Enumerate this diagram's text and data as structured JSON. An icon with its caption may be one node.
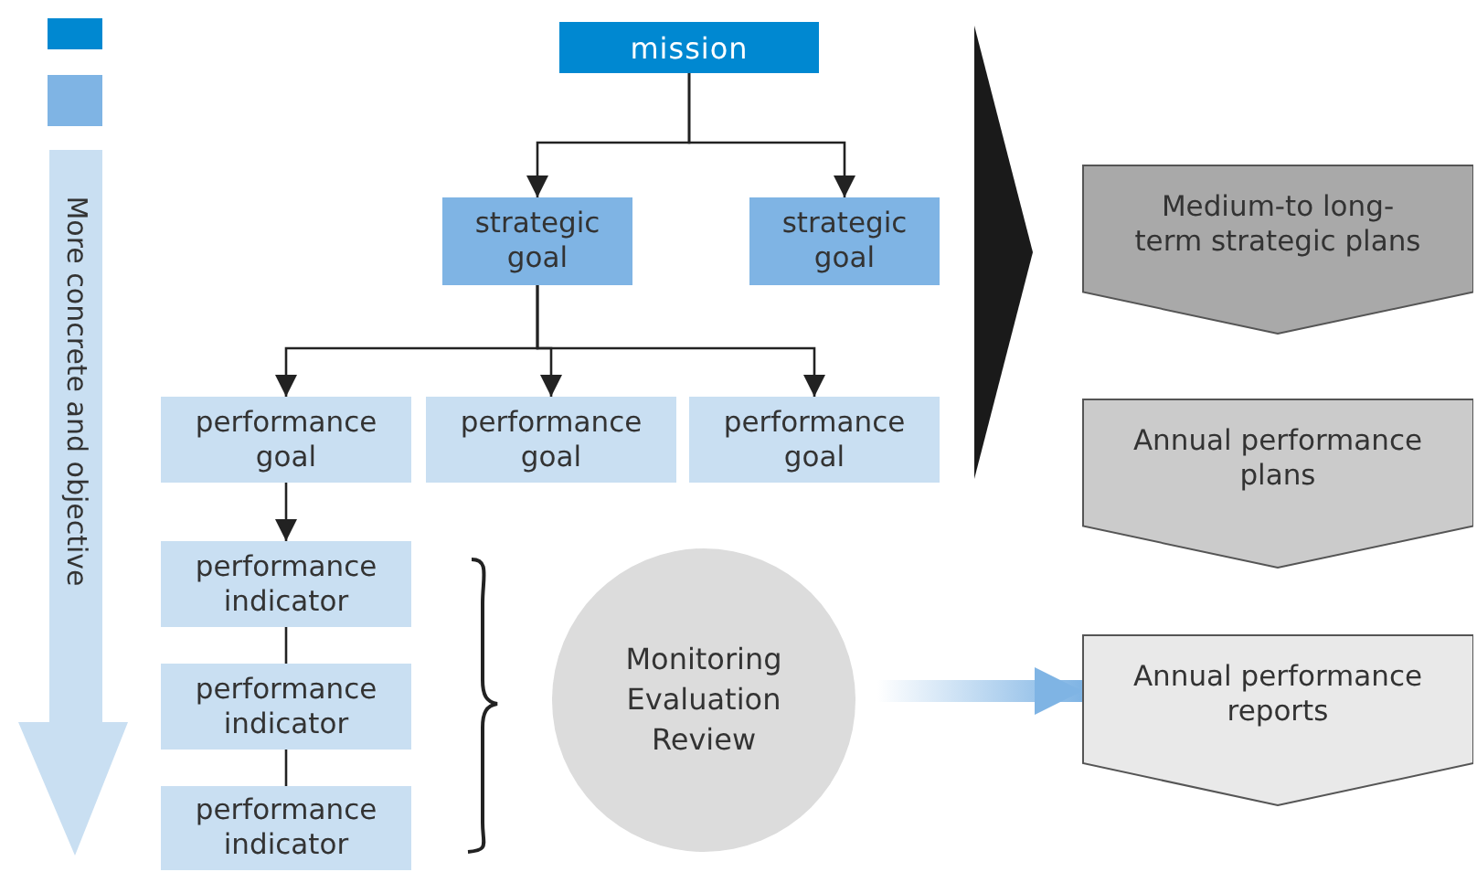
{
  "diagram": {
    "nodes": [
      {
        "text": [
          "mission"
        ]
      },
      {
        "text": [
          "strategic goal"
        ]
      },
      {
        "text": [
          "strategic goal"
        ]
      },
      {
        "text": [
          "performance goal"
        ]
      },
      {
        "text": [
          "performance goal"
        ]
      },
      {
        "text": [
          "performance goal"
        ]
      },
      {
        "text": [
          "performance indicator"
        ]
      },
      {
        "text": [
          "performance indicator"
        ]
      },
      {
        "text": [
          "performance indicator"
        ]
      },
      {
        "text": [
          "Monitoring Evaluation Review"
        ]
      },
      {
        "text": [
          "Medium-to long-term strategic plans"
        ]
      },
      {
        "text": [
          "Annual performance plans"
        ]
      },
      {
        "text": [
          "Annual performance reports"
        ]
      }
    ],
    "edges": [
      {
        "from": 0,
        "to": 1,
        "arrow": "to"
      },
      {
        "from": 0,
        "to": 2,
        "arrow": "to"
      },
      {
        "from": 1,
        "to": 3,
        "arrow": "to"
      },
      {
        "from": 1,
        "to": 4,
        "arrow": "to"
      },
      {
        "from": 1,
        "to": 5,
        "arrow": "to"
      },
      {
        "from": 3,
        "to": 6,
        "arrow": "to"
      },
      {
        "from": 6,
        "to": 7,
        "arrow": "none"
      },
      {
        "from": 7,
        "to": 8,
        "arrow": "none"
      },
      {
        "from": 9,
        "to": 12,
        "arrow": "to",
        "style": "thick",
        "color": "#7fb4e4"
      }
    ],
    "labels": [
      "More concrete and objective"
    ]
  }
}
